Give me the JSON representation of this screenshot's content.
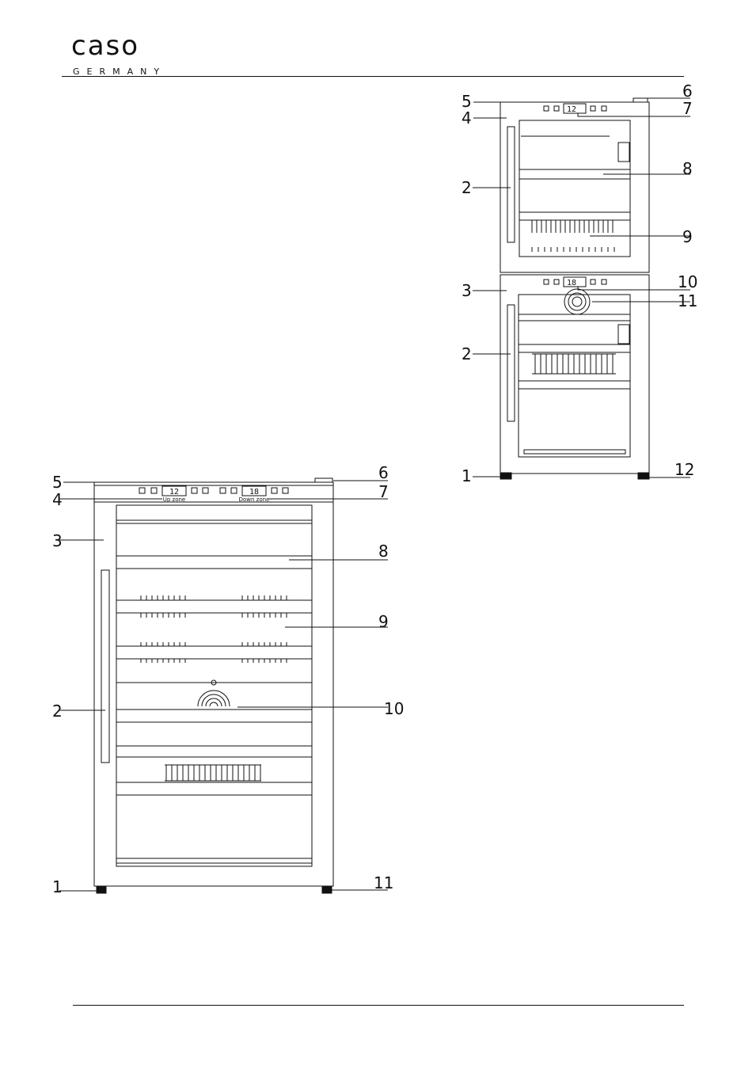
{
  "brand": {
    "name": "caso",
    "sub": "GERMANY"
  },
  "figure_left": {
    "display_left": "12",
    "display_right": "18",
    "zone_up": "Up zone",
    "zone_down": "Down zone",
    "callouts": [
      "5",
      "4",
      "3",
      "2",
      "1",
      "6",
      "7",
      "8",
      "9",
      "10",
      "11"
    ]
  },
  "figure_right": {
    "display_top": "12",
    "display_bottom": "18",
    "callouts": [
      "5",
      "4",
      "2",
      "3",
      "2",
      "1",
      "6",
      "7",
      "8",
      "9",
      "10",
      "11",
      "12"
    ]
  }
}
